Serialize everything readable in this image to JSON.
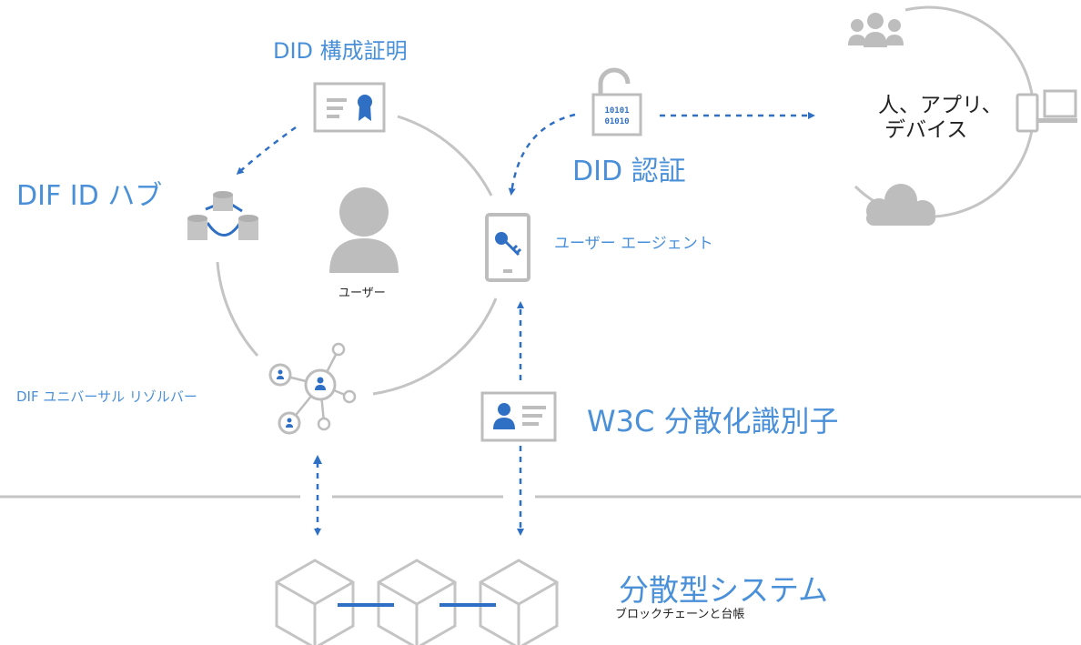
{
  "labels": {
    "did_credential": "DID 構成証明",
    "did_auth": "DID 認証",
    "dif_id_hub": "DIF ID ハブ",
    "user_agent": "ユーザー エージェント",
    "user": "ユーザー",
    "dif_resolver": "DIF ユニバーサル リゾルバー",
    "w3c_did": "W3C 分散化識別子",
    "people_apps_line1": "人、アプリ、",
    "people_apps_line2": "デバイス",
    "distributed_system": "分散型システム",
    "blockchain_ledger": "ブロックチェーンと台帳"
  },
  "icons": {
    "credential": "certificate-icon",
    "lock": "binary-lock-icon",
    "hub": "database-hub-icon",
    "user": "user-silhouette-icon",
    "agent": "phone-key-icon",
    "resolver": "network-nodes-icon",
    "id_card": "id-card-icon",
    "people": "people-group-icon",
    "devices": "devices-icon",
    "cloud": "cloud-icon",
    "blocks": "cube-icon"
  },
  "colors": {
    "accent": "#4a90d9",
    "icon_blue": "#2f6fc4",
    "gray": "#c0c0c0",
    "text_dark": "#222222"
  }
}
